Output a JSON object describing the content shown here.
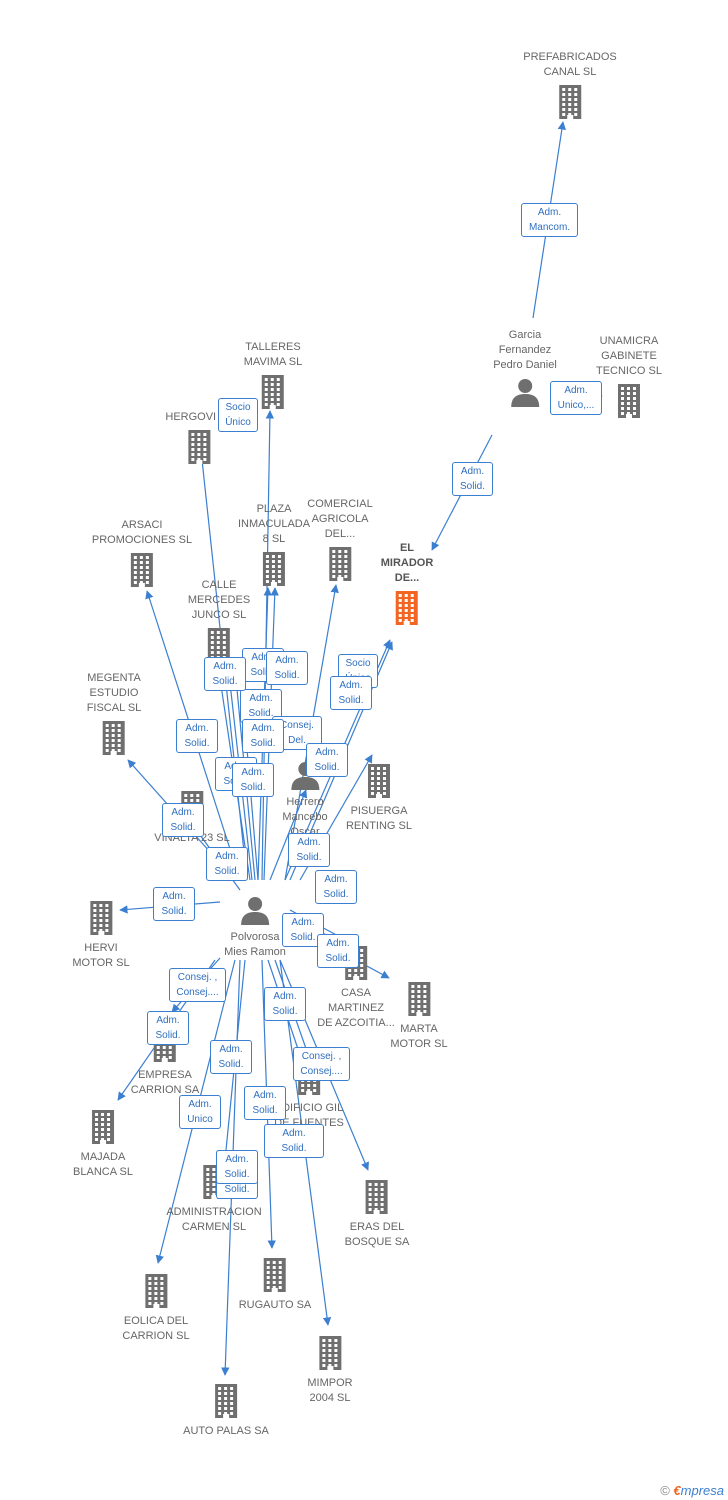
{
  "colors": {
    "edge": "#3b7fd0",
    "node_gray": "#6f6f6f",
    "node_highlight": "#f26522",
    "label_text": "#666666"
  },
  "nodes": [
    {
      "id": "prefabricados",
      "type": "company",
      "label": "PREFABRICADOS\nCANAL  SL",
      "icon": "building-icon"
    },
    {
      "id": "garcia",
      "type": "person",
      "label": "Garcia\nFernandez\nPedro Daniel",
      "icon": "person-icon"
    },
    {
      "id": "unamicra",
      "type": "company",
      "label": "UNAMICRA\nGABINETE\nTECNICO  SL",
      "icon": "building-icon"
    },
    {
      "id": "talleres",
      "type": "company",
      "label": "TALLERES\nMAVIMA SL",
      "icon": "building-icon"
    },
    {
      "id": "hergovi",
      "type": "company",
      "label": "HERGOVI SL",
      "icon": "building-icon"
    },
    {
      "id": "arsaci",
      "type": "company",
      "label": "ARSACI\nPROMOCIONES SL",
      "icon": "building-icon"
    },
    {
      "id": "plaza",
      "type": "company",
      "label": "PLAZA\nINMACULADA\n8  SL",
      "icon": "building-icon"
    },
    {
      "id": "comercial",
      "type": "company",
      "label": "COMERCIAL\nAGRICOLA\nDEL...",
      "icon": "building-icon"
    },
    {
      "id": "mirador",
      "type": "company_main",
      "label": "EL\nMIRADOR\nDE...",
      "icon": "building-icon"
    },
    {
      "id": "calle",
      "type": "company",
      "label": "CALLE\nMERCEDES\nJUNCO  SL",
      "icon": "building-icon"
    },
    {
      "id": "megenta",
      "type": "company",
      "label": "MEGENTA\nESTUDIO\nFISCAL  SL",
      "icon": "building-icon"
    },
    {
      "id": "herrero",
      "type": "person",
      "label": "Herrero\nMancebo\nOscar",
      "icon": "person-icon"
    },
    {
      "id": "pisuerga",
      "type": "company",
      "label": "PISUERGA\nRENTING  SL",
      "icon": "building-icon"
    },
    {
      "id": "vinalta",
      "type": "company",
      "label": "VINALTA 23  SL",
      "icon": "building-icon"
    },
    {
      "id": "polvorosa",
      "type": "person",
      "label": "Polvorosa\nMies Ramon",
      "icon": "person-icon"
    },
    {
      "id": "hervi",
      "type": "company",
      "label": "HERVI\nMOTOR  SL",
      "icon": "building-icon"
    },
    {
      "id": "casa",
      "type": "company",
      "label": "CASA\nMARTINEZ\nDE AZCOITIA...",
      "icon": "building-icon"
    },
    {
      "id": "marta",
      "type": "company",
      "label": "MARTA\nMOTOR  SL",
      "icon": "building-icon"
    },
    {
      "id": "empresa",
      "type": "company",
      "label": "EMPRESA\nCARRION SA",
      "icon": "building-icon"
    },
    {
      "id": "majada",
      "type": "company",
      "label": "MAJADA\nBLANCA  SL",
      "icon": "building-icon"
    },
    {
      "id": "edificio",
      "type": "company",
      "label": "EDIFICIO GIL\nDE FUENTES",
      "icon": "building-icon"
    },
    {
      "id": "administracion",
      "type": "company",
      "label": "ADMINISTRACION\nCARMEN SL",
      "icon": "building-icon"
    },
    {
      "id": "eras",
      "type": "company",
      "label": "ERAS DEL\nBOSQUE SA",
      "icon": "building-icon"
    },
    {
      "id": "eolica",
      "type": "company",
      "label": "EOLICA DEL\nCARRION SL",
      "icon": "building-icon"
    },
    {
      "id": "rugauto",
      "type": "company",
      "label": "RUGAUTO SA",
      "icon": "building-icon"
    },
    {
      "id": "mimpor",
      "type": "company",
      "label": "MIMPOR\n2004 SL",
      "icon": "building-icon"
    },
    {
      "id": "autopalas",
      "type": "company",
      "label": "AUTO PALAS SA",
      "icon": "building-icon"
    }
  ],
  "edges": [
    {
      "from": "garcia",
      "to": "prefabricados",
      "label": "Adm.\nMancom."
    },
    {
      "from": "garcia",
      "to": "mirador",
      "label": "Adm.\nSolid."
    },
    {
      "from": "garcia",
      "to": "unamicra",
      "label": "Adm.\nUnico,..."
    },
    {
      "from": "polvorosa",
      "to": "talleres",
      "label": "Socio\nÚnico"
    },
    {
      "from": "polvorosa",
      "to": "hergovi",
      "label": "Adm.\nSolid."
    },
    {
      "from": "polvorosa",
      "to": "arsaci",
      "label": "Adm.\nSolid."
    },
    {
      "from": "polvorosa",
      "to": "plaza",
      "label": "Adm.\nSolid."
    },
    {
      "from": "polvorosa",
      "to": "plaza",
      "label": "Adm.\nSolid."
    },
    {
      "from": "polvorosa",
      "to": "comercial",
      "label": "Consej.\nDel."
    },
    {
      "from": "polvorosa",
      "to": "mirador",
      "label": "Socio\nÚnico"
    },
    {
      "from": "polvorosa",
      "to": "mirador",
      "label": "Adm.\nSolid."
    },
    {
      "from": "polvorosa",
      "to": "calle",
      "label": "Adm.\nSolid."
    },
    {
      "from": "polvorosa",
      "to": "calle",
      "label": "Adm.\nSolid."
    },
    {
      "from": "polvorosa",
      "to": "calle",
      "label": "Adm.\nSolid."
    },
    {
      "from": "polvorosa",
      "to": "calle",
      "label": "Adm.\nSolid."
    },
    {
      "from": "polvorosa",
      "to": "megenta",
      "label": "Adm.\nSolid."
    },
    {
      "from": "polvorosa",
      "to": "vinalta",
      "label": "Adm.\nSolid."
    },
    {
      "from": "polvorosa",
      "to": "herrero",
      "label": "Adm.\nSolid."
    },
    {
      "from": "polvorosa",
      "to": "pisuerga",
      "label": "Adm.\nSolid."
    },
    {
      "from": "polvorosa",
      "to": "hervi",
      "label": "Adm.\nSolid."
    },
    {
      "from": "polvorosa",
      "to": "casa",
      "label": "Adm.\nSolid."
    },
    {
      "from": "polvorosa",
      "to": "casa",
      "label": "Adm.\nSolid."
    },
    {
      "from": "polvorosa",
      "to": "marta",
      "label": "Adm.\nSolid."
    },
    {
      "from": "polvorosa",
      "to": "empresa",
      "label": "Consej. ,\nConsej...."
    },
    {
      "from": "polvorosa",
      "to": "majada",
      "label": "Adm.\nSolid."
    },
    {
      "from": "polvorosa",
      "to": "edificio",
      "label": "Adm.\nSolid."
    },
    {
      "from": "polvorosa",
      "to": "edificio",
      "label": "Consej. ,\nConsej...."
    },
    {
      "from": "polvorosa",
      "to": "administracion",
      "label": "Adm.\nSolid."
    },
    {
      "from": "polvorosa",
      "to": "eolica",
      "label": "Adm.\nUnico"
    },
    {
      "from": "polvorosa",
      "to": "rugauto",
      "label": "Adm.\nSolid."
    },
    {
      "from": "polvorosa",
      "to": "eras",
      "label": "Adm.\nSolid."
    },
    {
      "from": "polvorosa",
      "to": "mimpor",
      "label": "Consej.\nDel. Solid."
    },
    {
      "from": "polvorosa",
      "to": "autopalas",
      "label": "Adm.\nSolid."
    }
  ],
  "footer": {
    "copyright": "©",
    "brand_first": "€",
    "brand_rest": "mpresa"
  }
}
